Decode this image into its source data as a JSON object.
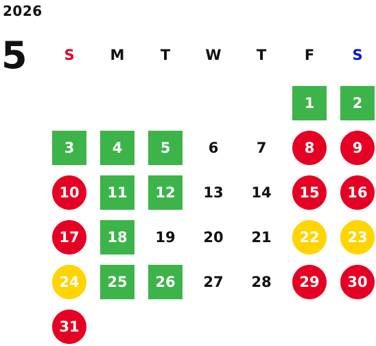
{
  "calendar": {
    "year": "2026",
    "month": "5",
    "weekdays": [
      "S",
      "M",
      "T",
      "W",
      "T",
      "F",
      "S"
    ],
    "colors": {
      "sunday_header": "#e60023",
      "saturday_header": "#0018d8",
      "square_green": "#3cb44a",
      "circle_red": "#e60023",
      "circle_yellow": "#ffd400"
    },
    "days": [
      {
        "label": "1",
        "style": "square"
      },
      {
        "label": "2",
        "style": "square"
      },
      {
        "label": "3",
        "style": "square"
      },
      {
        "label": "4",
        "style": "square"
      },
      {
        "label": "5",
        "style": "square"
      },
      {
        "label": "6",
        "style": "plain"
      },
      {
        "label": "7",
        "style": "plain"
      },
      {
        "label": "8",
        "style": "red"
      },
      {
        "label": "9",
        "style": "red"
      },
      {
        "label": "10",
        "style": "red"
      },
      {
        "label": "11",
        "style": "square"
      },
      {
        "label": "12",
        "style": "square"
      },
      {
        "label": "13",
        "style": "plain"
      },
      {
        "label": "14",
        "style": "plain"
      },
      {
        "label": "15",
        "style": "red"
      },
      {
        "label": "16",
        "style": "red"
      },
      {
        "label": "17",
        "style": "red"
      },
      {
        "label": "18",
        "style": "square"
      },
      {
        "label": "19",
        "style": "plain"
      },
      {
        "label": "20",
        "style": "plain"
      },
      {
        "label": "21",
        "style": "plain"
      },
      {
        "label": "22",
        "style": "yellow"
      },
      {
        "label": "23",
        "style": "yellow"
      },
      {
        "label": "24",
        "style": "yellow"
      },
      {
        "label": "25",
        "style": "square"
      },
      {
        "label": "26",
        "style": "square"
      },
      {
        "label": "27",
        "style": "plain"
      },
      {
        "label": "28",
        "style": "plain"
      },
      {
        "label": "29",
        "style": "red"
      },
      {
        "label": "30",
        "style": "red"
      },
      {
        "label": "31",
        "style": "red"
      }
    ]
  }
}
